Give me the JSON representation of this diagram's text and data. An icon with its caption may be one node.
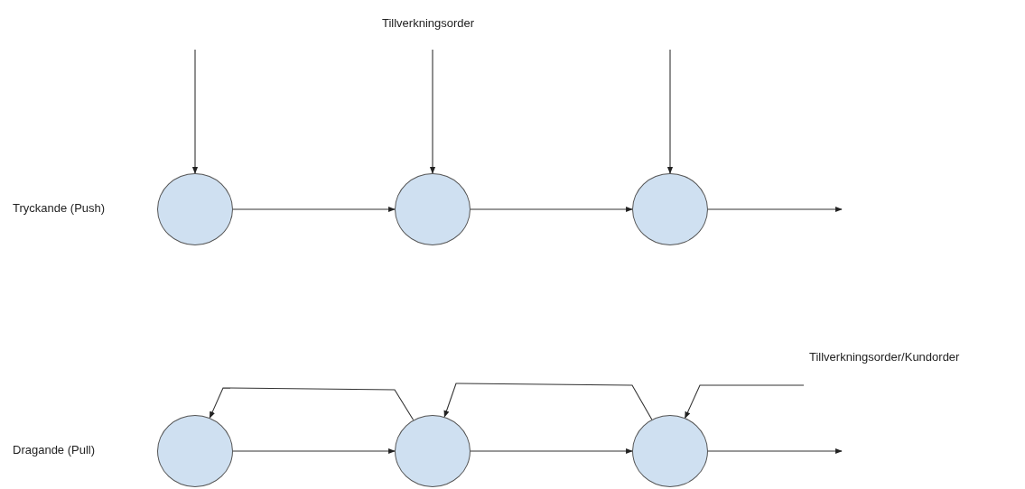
{
  "diagram": {
    "nodes": [
      {
        "text": [],
        "shape": "circle"
      },
      {
        "text": [],
        "shape": "circle"
      },
      {
        "text": [],
        "shape": "circle"
      },
      {
        "text": [],
        "shape": "circle"
      },
      {
        "text": [],
        "shape": "circle"
      },
      {
        "text": [],
        "shape": "circle"
      }
    ],
    "edges": [
      {
        "from": null,
        "to": 0,
        "arrow": "to"
      },
      {
        "from": null,
        "to": 1,
        "arrow": "to"
      },
      {
        "from": null,
        "to": 2,
        "arrow": "to"
      },
      {
        "from": 0,
        "to": 1,
        "arrow": "to"
      },
      {
        "from": 1,
        "to": 2,
        "arrow": "to"
      },
      {
        "from": 2,
        "to": null,
        "arrow": "to"
      },
      {
        "from": 3,
        "to": 4,
        "arrow": "to"
      },
      {
        "from": 4,
        "to": 5,
        "arrow": "to"
      },
      {
        "from": 5,
        "to": null,
        "arrow": "to"
      },
      {
        "from": 4,
        "to": 3,
        "arrow": "to"
      },
      {
        "from": 5,
        "to": 4,
        "arrow": "to"
      },
      {
        "from": null,
        "to": 5,
        "arrow": "to"
      }
    ],
    "labels": [
      "Tillverkningsorder",
      "Tryckande (Push)",
      "Tillverkningsorder/Kundorder",
      "Dragande (Pull)"
    ]
  }
}
